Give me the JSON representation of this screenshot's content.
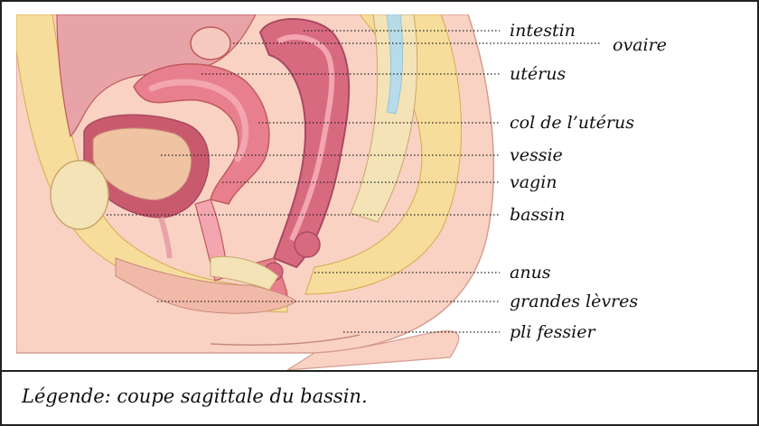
{
  "labels": {
    "intestin": "intestin",
    "ovaire": "ovaire",
    "uterus": "utérus",
    "col": "col de l’utérus",
    "vessie": "vessie",
    "vagin": "vagin",
    "bassin": "bassin",
    "anus": "anus",
    "grandes_levres": "grandes lèvres",
    "pli_fessier": "pli fessier"
  },
  "caption": "Légende: coupe sagittale du bassin.",
  "colors": {
    "skin": "#f9d2c4",
    "skin_dark": "#f0b9a8",
    "fat": "#f6dd9b",
    "fat_line": "#d9a94f",
    "uterus": "#e87f8f",
    "uterus_inner": "#f3a5b0",
    "bladder": "#c95a6e",
    "bladder_inner": "#f0c3a3",
    "intestine": "#d86a80",
    "intestine_dark": "#a94a62",
    "bone": "#f3e3b7",
    "spine": "#b7dbe8",
    "outline": "#c05a5a"
  }
}
